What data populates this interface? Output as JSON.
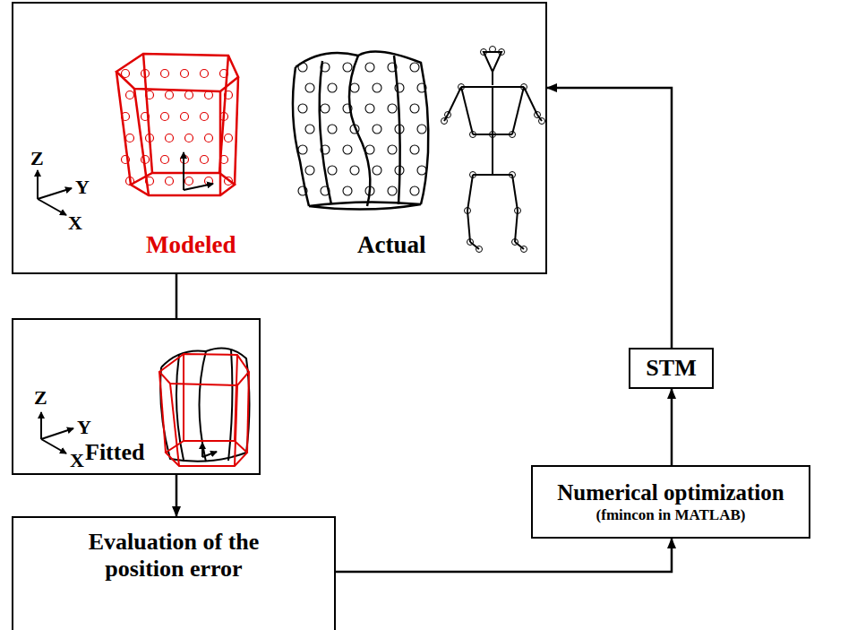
{
  "diagram": {
    "nodes": [
      {
        "text": [
          "Modeled",
          "Actual"
        ]
      },
      {
        "text": [
          "Fitted"
        ]
      },
      {
        "text": [
          "Evaluation of the position error"
        ]
      },
      {
        "text": [
          "Numerical optimization",
          "(fmincon in MATLAB)"
        ]
      },
      {
        "text": [
          "STM"
        ]
      }
    ],
    "edges": [
      {
        "from": 0,
        "to": 1,
        "arrow": "none"
      },
      {
        "from": 1,
        "to": 2,
        "arrow": "to"
      },
      {
        "from": 2,
        "to": 3,
        "arrow": "to"
      },
      {
        "from": 3,
        "to": 4,
        "arrow": "to"
      },
      {
        "from": 4,
        "to": 0,
        "arrow": "to"
      }
    ],
    "labels": [
      "Z",
      "Y",
      "X",
      "Z",
      "Y",
      "X"
    ]
  }
}
